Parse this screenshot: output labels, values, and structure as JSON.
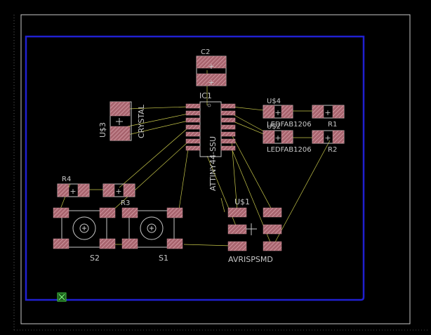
{
  "colors": {
    "background": "#000000",
    "board_outline": "#2020d0",
    "pad": "#a8646e",
    "airwire": "#c8c84a",
    "silkscreen": "#c8c8c8",
    "origin_marker": "#30a030"
  },
  "components": {
    "c2": "C2",
    "ic1": "IC1",
    "ic1_value": "ATTINY44-SSU",
    "u3": "U$3",
    "u3_value": "CRYSTAL",
    "u4": "U$4",
    "u2": "U$2",
    "led1_value": "LEDFAB1206",
    "led2_value": "LEDFAB1206",
    "r1": "R1",
    "r2": "R2",
    "r4": "R4",
    "r3": "R3",
    "u1": "U$1",
    "u1_value": "AVRISPSMD",
    "s1": "S1",
    "s2": "S2"
  },
  "icons": {
    "origin": "origin-marker-icon"
  }
}
